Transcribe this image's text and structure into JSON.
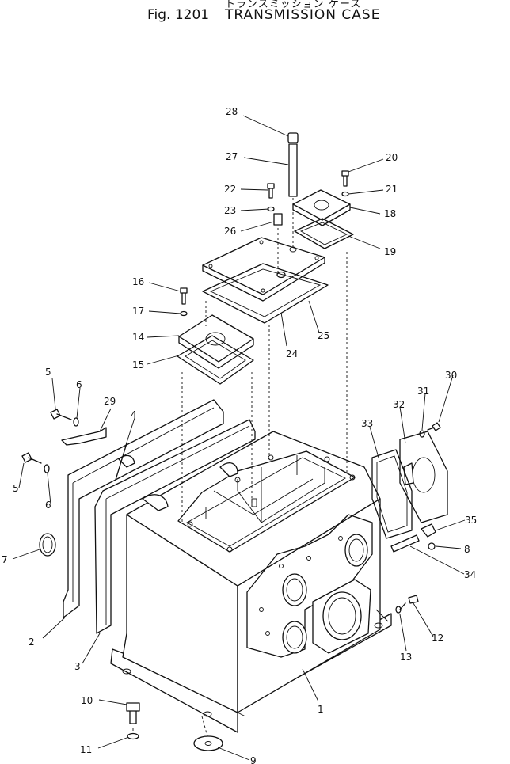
{
  "header": {
    "japanese_title": "トランスミッション ケース",
    "figure_number": "Fig. 1201",
    "figure_title": "TRANSMISSION CASE"
  },
  "callouts": [
    {
      "id": "1",
      "text": "1"
    },
    {
      "id": "2",
      "text": "2"
    },
    {
      "id": "3",
      "text": "3"
    },
    {
      "id": "4",
      "text": "4"
    },
    {
      "id": "5a",
      "text": "5"
    },
    {
      "id": "5b",
      "text": "5"
    },
    {
      "id": "6a",
      "text": "6"
    },
    {
      "id": "6b",
      "text": "6"
    },
    {
      "id": "7",
      "text": "7"
    },
    {
      "id": "8",
      "text": "8"
    },
    {
      "id": "9",
      "text": "9"
    },
    {
      "id": "10",
      "text": "10"
    },
    {
      "id": "11",
      "text": "11"
    },
    {
      "id": "12",
      "text": "12"
    },
    {
      "id": "13",
      "text": "13"
    },
    {
      "id": "14",
      "text": "14"
    },
    {
      "id": "15",
      "text": "15"
    },
    {
      "id": "16",
      "text": "16"
    },
    {
      "id": "17",
      "text": "17"
    },
    {
      "id": "18",
      "text": "18"
    },
    {
      "id": "19",
      "text": "19"
    },
    {
      "id": "20",
      "text": "20"
    },
    {
      "id": "21",
      "text": "21"
    },
    {
      "id": "22",
      "text": "22"
    },
    {
      "id": "23",
      "text": "23"
    },
    {
      "id": "24",
      "text": "24"
    },
    {
      "id": "25",
      "text": "25"
    },
    {
      "id": "26",
      "text": "26"
    },
    {
      "id": "27",
      "text": "27"
    },
    {
      "id": "28",
      "text": "28"
    },
    {
      "id": "29",
      "text": "29"
    },
    {
      "id": "30",
      "text": "30"
    },
    {
      "id": "31",
      "text": "31"
    },
    {
      "id": "32",
      "text": "32"
    },
    {
      "id": "33",
      "text": "33"
    },
    {
      "id": "34",
      "text": "34"
    },
    {
      "id": "35",
      "text": "35"
    }
  ]
}
